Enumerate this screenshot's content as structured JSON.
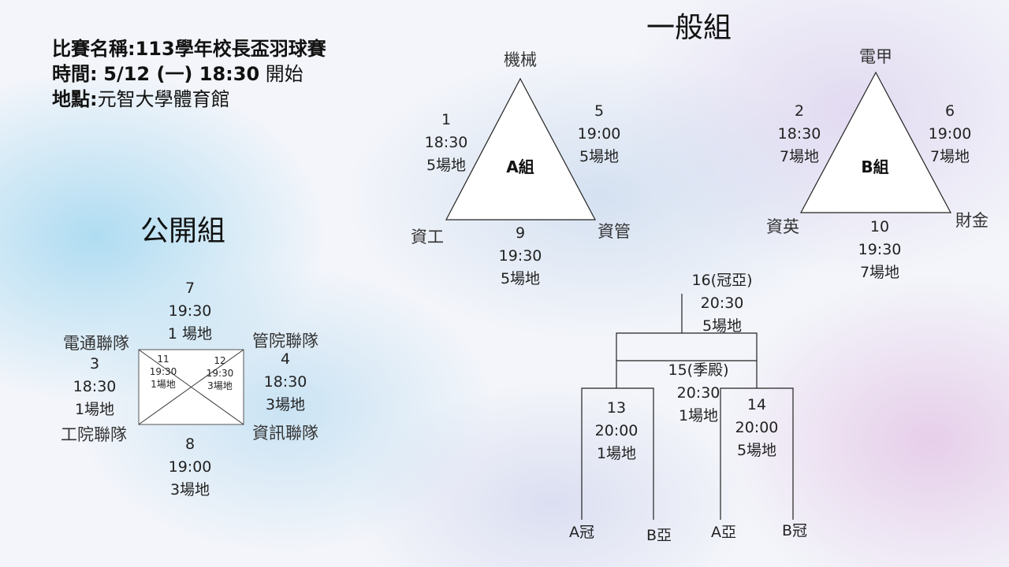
{
  "info": {
    "name_label": "比賽名稱:",
    "name_value": "113學年校長盃羽球賽",
    "time_label": "時間:",
    "time_value": "5/12 (一) 18:30",
    "time_suffix": "開始",
    "place_label": "地點:",
    "place_value": "元智大學體育館"
  },
  "general": {
    "title": "一般組",
    "group_a": {
      "name": "A組",
      "teams": [
        "機械",
        "資工",
        "資管"
      ],
      "matches": [
        {
          "no": "1",
          "time": "18:30",
          "court": "5場地"
        },
        {
          "no": "5",
          "time": "19:00",
          "court": "5場地"
        },
        {
          "no": "9",
          "time": "19:30",
          "court": "5場地"
        }
      ]
    },
    "group_b": {
      "name": "B組",
      "teams": [
        "電甲",
        "資英",
        "財金"
      ],
      "matches": [
        {
          "no": "2",
          "time": "18:30",
          "court": "7場地"
        },
        {
          "no": "6",
          "time": "19:00",
          "court": "7場地"
        },
        {
          "no": "10",
          "time": "19:30",
          "court": "7場地"
        }
      ]
    },
    "knockout": {
      "final": {
        "no": "16(冠亞)",
        "time": "20:30",
        "court": "5場地"
      },
      "third": {
        "no": "15(季殿)",
        "time": "20:30",
        "court": "1場地"
      },
      "semi1": {
        "no": "13",
        "time": "20:00",
        "court": "1場地"
      },
      "semi2": {
        "no": "14",
        "time": "20:00",
        "court": "5場地"
      },
      "seeds": [
        "A冠",
        "B亞",
        "A亞",
        "B冠"
      ]
    }
  },
  "open": {
    "title": "公開組",
    "teams": [
      "電通聯隊",
      "管院聯隊",
      "工院聯隊",
      "資訊聯隊"
    ],
    "matches": [
      {
        "no": "7",
        "time": "19:30",
        "court": "1 場地"
      },
      {
        "no": "3",
        "time": "18:30",
        "court": "1場地"
      },
      {
        "no": "4",
        "time": "18:30",
        "court": "3場地"
      },
      {
        "no": "8",
        "time": "19:00",
        "court": "3場地"
      },
      {
        "no": "11",
        "time": "19:30",
        "court": "1場地"
      },
      {
        "no": "12",
        "time": "19:30",
        "court": "3場地"
      }
    ]
  }
}
